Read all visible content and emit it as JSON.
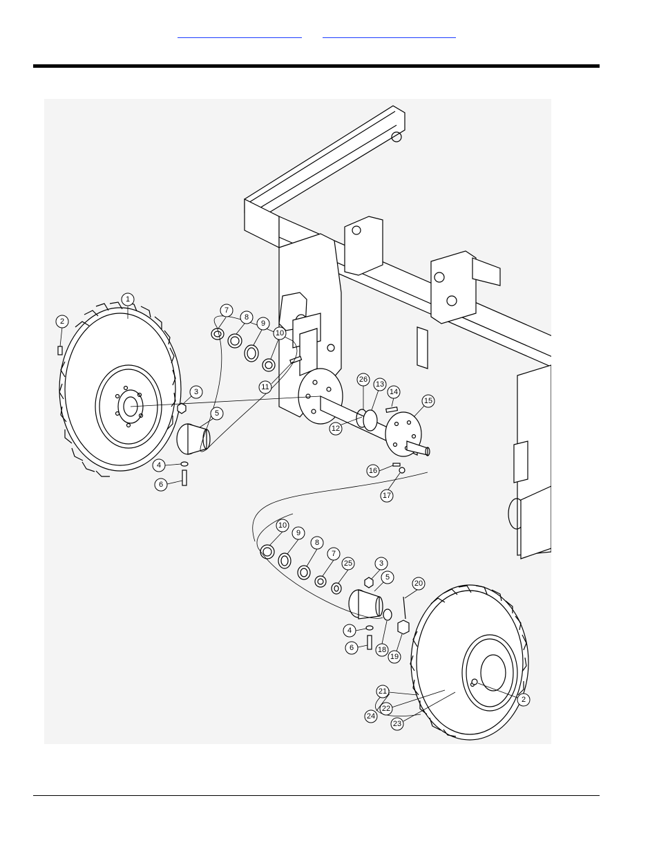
{
  "header": {
    "link1_label": "",
    "link2_label": ""
  },
  "diagram": {
    "callouts": {
      "c1": "1",
      "c2a": "2",
      "c3a": "3",
      "c4a": "4",
      "c5a": "5",
      "c6a": "6",
      "c7a": "7",
      "c8a": "8",
      "c9a": "9",
      "c10a": "10",
      "c11": "11",
      "c12": "12",
      "c13": "13",
      "c14": "14",
      "c15": "15",
      "c16": "16",
      "c17": "17",
      "c26": "26",
      "c10b": "10",
      "c9b": "9",
      "c8b": "8",
      "c7b": "7",
      "c25": "25",
      "c3b": "3",
      "c5b": "5",
      "c20": "20",
      "c4b": "4",
      "c6b": "6",
      "c18": "18",
      "c19": "19",
      "c21": "21",
      "c22": "22",
      "c23": "23",
      "c24": "24",
      "c2b": "2"
    }
  }
}
